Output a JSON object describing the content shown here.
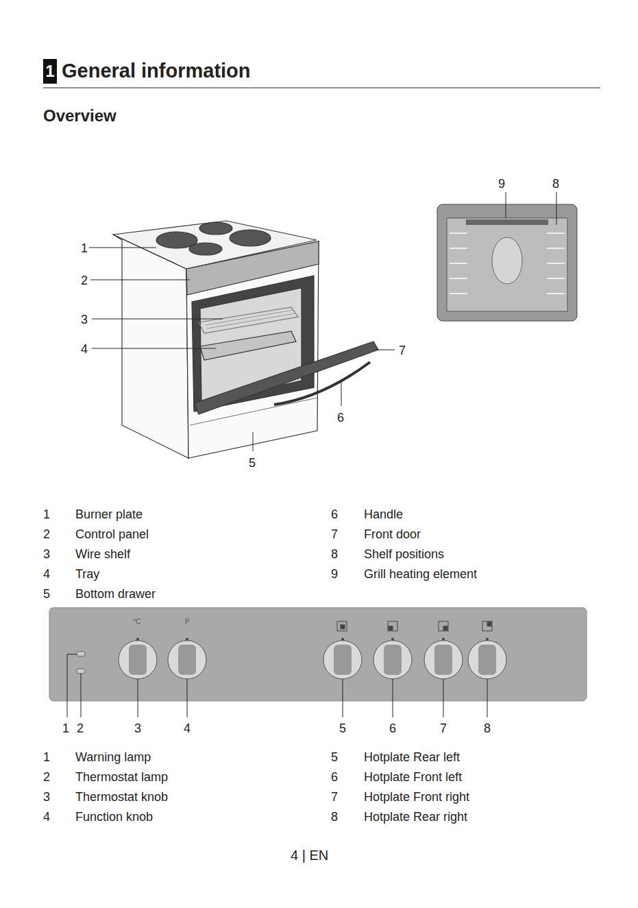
{
  "diagram": {
    "title": "General information",
    "nodes": [
      {
        "text": [
          "1"
        ]
      }
    ],
    "labels": [
      "Overview",
      "1",
      "2",
      "3",
      "4",
      "5",
      "6",
      "7",
      "9",
      "8",
      "1",
      "Burner plate",
      "2",
      "Control panel",
      "3",
      "Wire shelf",
      "4",
      "Tray",
      "5",
      "Bottom drawer",
      "6",
      "Handle",
      "7",
      "Front door",
      "8",
      "Shelf positions",
      "9",
      "Grill heating element",
      "°C",
      "P",
      "1",
      "2",
      "3",
      "4",
      "5",
      "6",
      "7",
      "8",
      "1",
      "Warning lamp",
      "2",
      "Thermostat lamp",
      "3",
      "Thermostat knob",
      "4",
      "Function knob",
      "5",
      "Hotplate Rear left",
      "6",
      "Hotplate Front left",
      "7",
      "Hotplate Front right",
      "8",
      "Hotplate Rear right",
      "4 | EN"
    ]
  }
}
